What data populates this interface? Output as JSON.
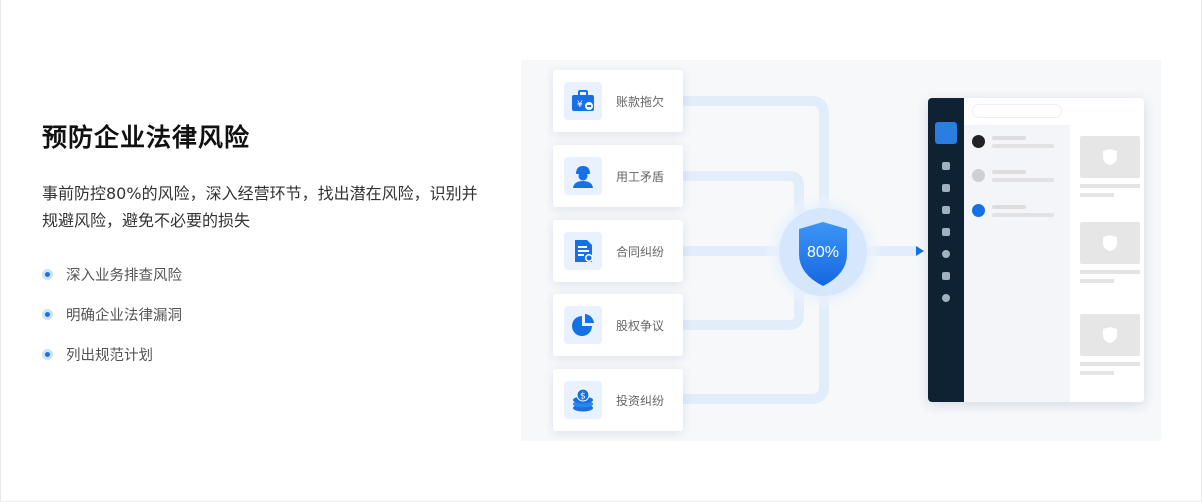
{
  "feature": {
    "title": "预防企业法律风险",
    "description": "事前防控80%的风险，深入经营环节，找出潜在风险，识别并规避风险，避免不必要的损失",
    "bullets": [
      "深入业务排查风险",
      "明确企业法律漏洞",
      "列出规范计划"
    ]
  },
  "illustration": {
    "risk_cards": [
      {
        "label": "账款拖欠",
        "icon": "briefcase-yuan-icon"
      },
      {
        "label": "用工矛盾",
        "icon": "worker-icon"
      },
      {
        "label": "合同纠纷",
        "icon": "contract-document-icon"
      },
      {
        "label": "股权争议",
        "icon": "pie-chart-icon"
      },
      {
        "label": "投资纠纷",
        "icon": "coin-stack-icon"
      }
    ],
    "shield_value": "80%",
    "accent_color": "#1671e6"
  }
}
